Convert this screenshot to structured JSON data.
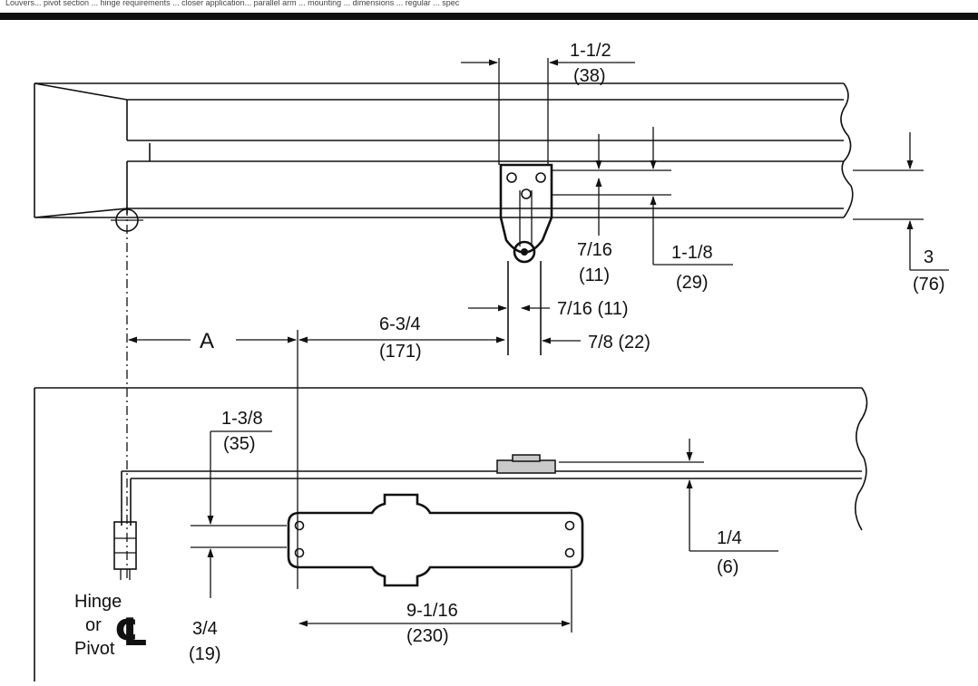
{
  "header_text": "Louvers... pivot section ... hinge requirements ... closer application... parallel arm ... mounting ... dimensions ... regular ... spec",
  "colors": {
    "line": "#111111",
    "background": "#ffffff",
    "shade": "#c9c9c9"
  },
  "dimensions": {
    "bracket_width": {
      "frac": "1-1/2",
      "mm": "(38)"
    },
    "shoe_height": {
      "frac": "7/16",
      "mm": "(11)"
    },
    "shoe_offset": {
      "frac": "1-1/8",
      "mm": "(29)"
    },
    "frame_depth": {
      "frac": "3",
      "mm": "(76)"
    },
    "arm_width": {
      "label": "7/16 (11)"
    },
    "pin_width": {
      "label": "7/8 (22)"
    },
    "arm_distance": {
      "frac": "6-3/4",
      "mm": "(171)"
    },
    "hinge_distance": {
      "label": "A"
    },
    "body_top": {
      "frac": "1-3/8",
      "mm": "(35)"
    },
    "body_bottom": {
      "frac": "3/4",
      "mm": "(19)"
    },
    "stop_gap": {
      "frac": "1/4",
      "mm": "(6)"
    },
    "body_length": {
      "frac": "9-1/16",
      "mm": "(230)"
    }
  },
  "hinge_label": {
    "line1": "Hinge",
    "line2": "or",
    "line3": "Pivot",
    "symbol": "℄"
  }
}
